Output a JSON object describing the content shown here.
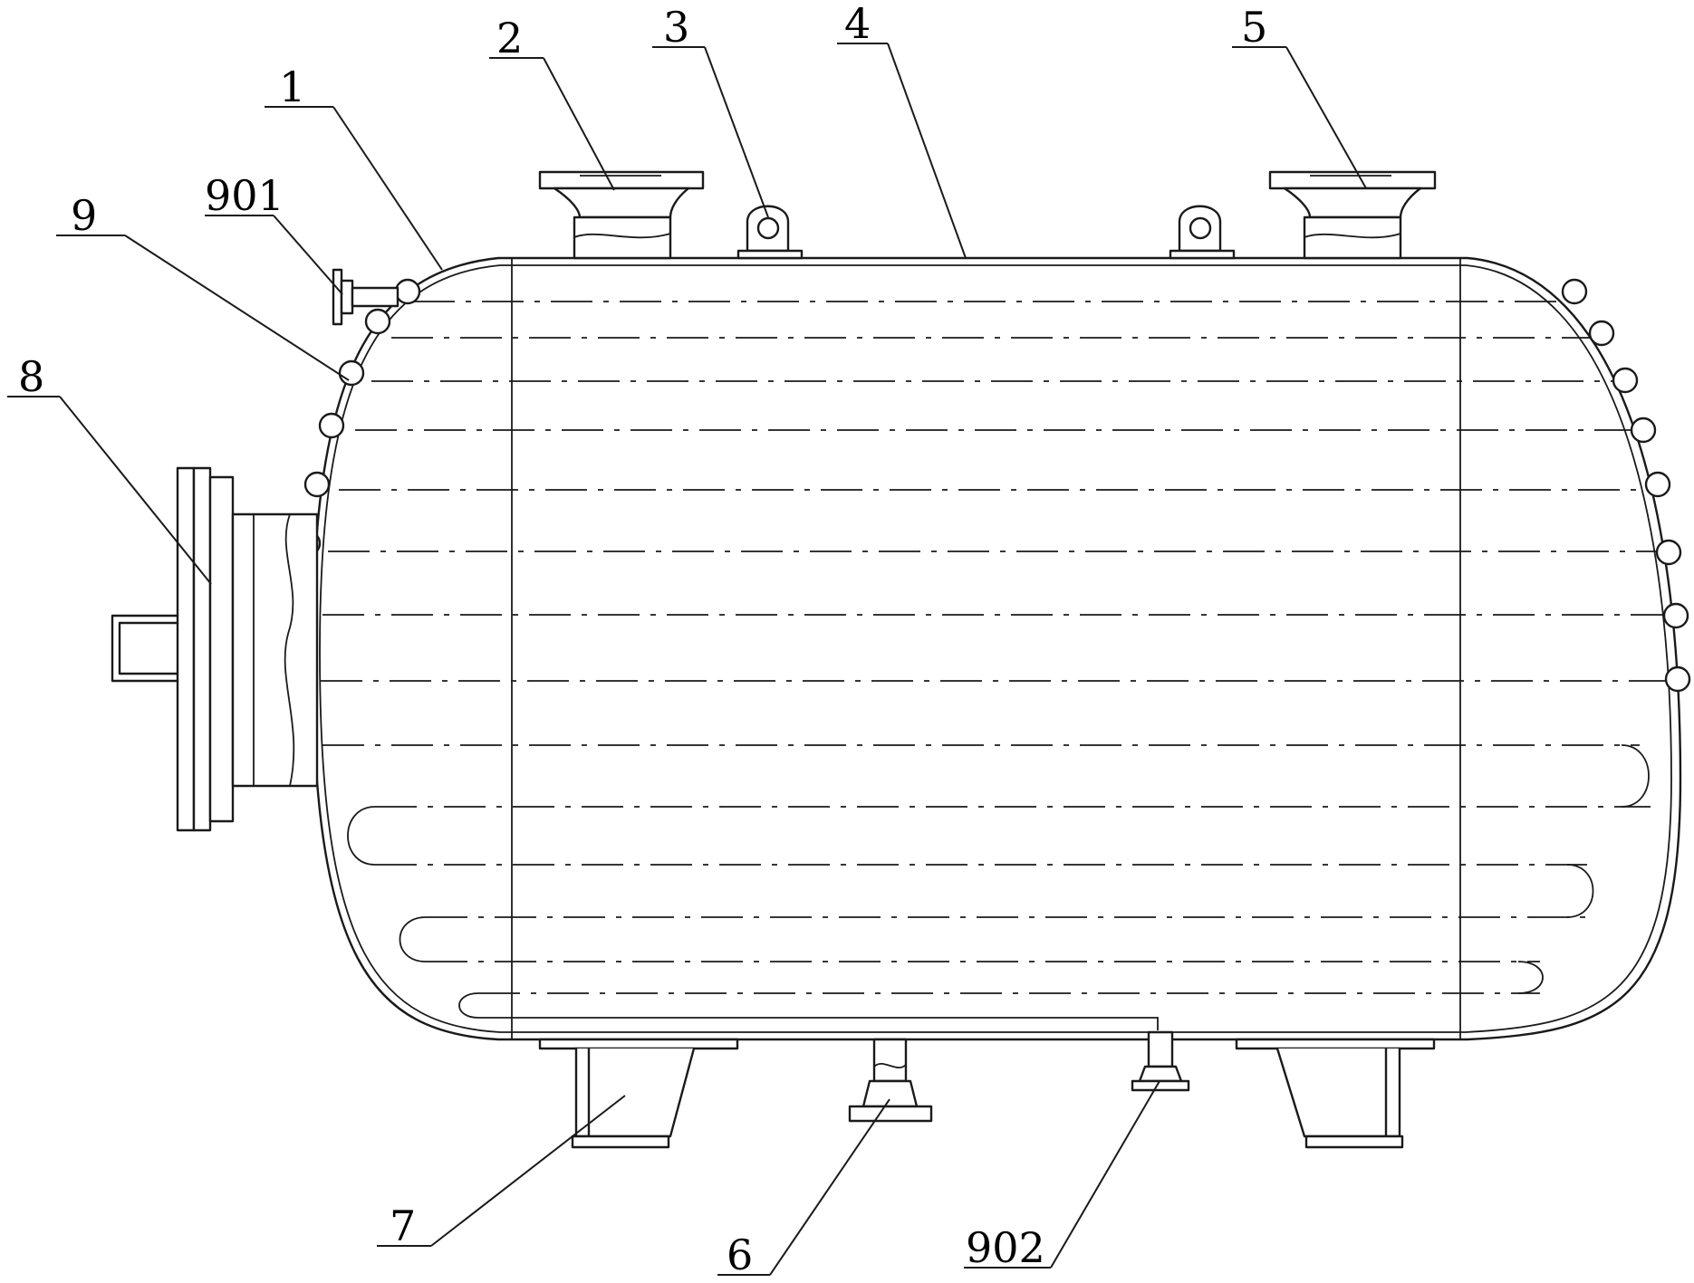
{
  "diagram": {
    "labels": {
      "l1": "1",
      "l2": "2",
      "l3": "3",
      "l4": "4",
      "l5": "5",
      "l6": "6",
      "l7": "7",
      "l8": "8",
      "l9": "9",
      "l901": "901",
      "l902": "902"
    }
  }
}
